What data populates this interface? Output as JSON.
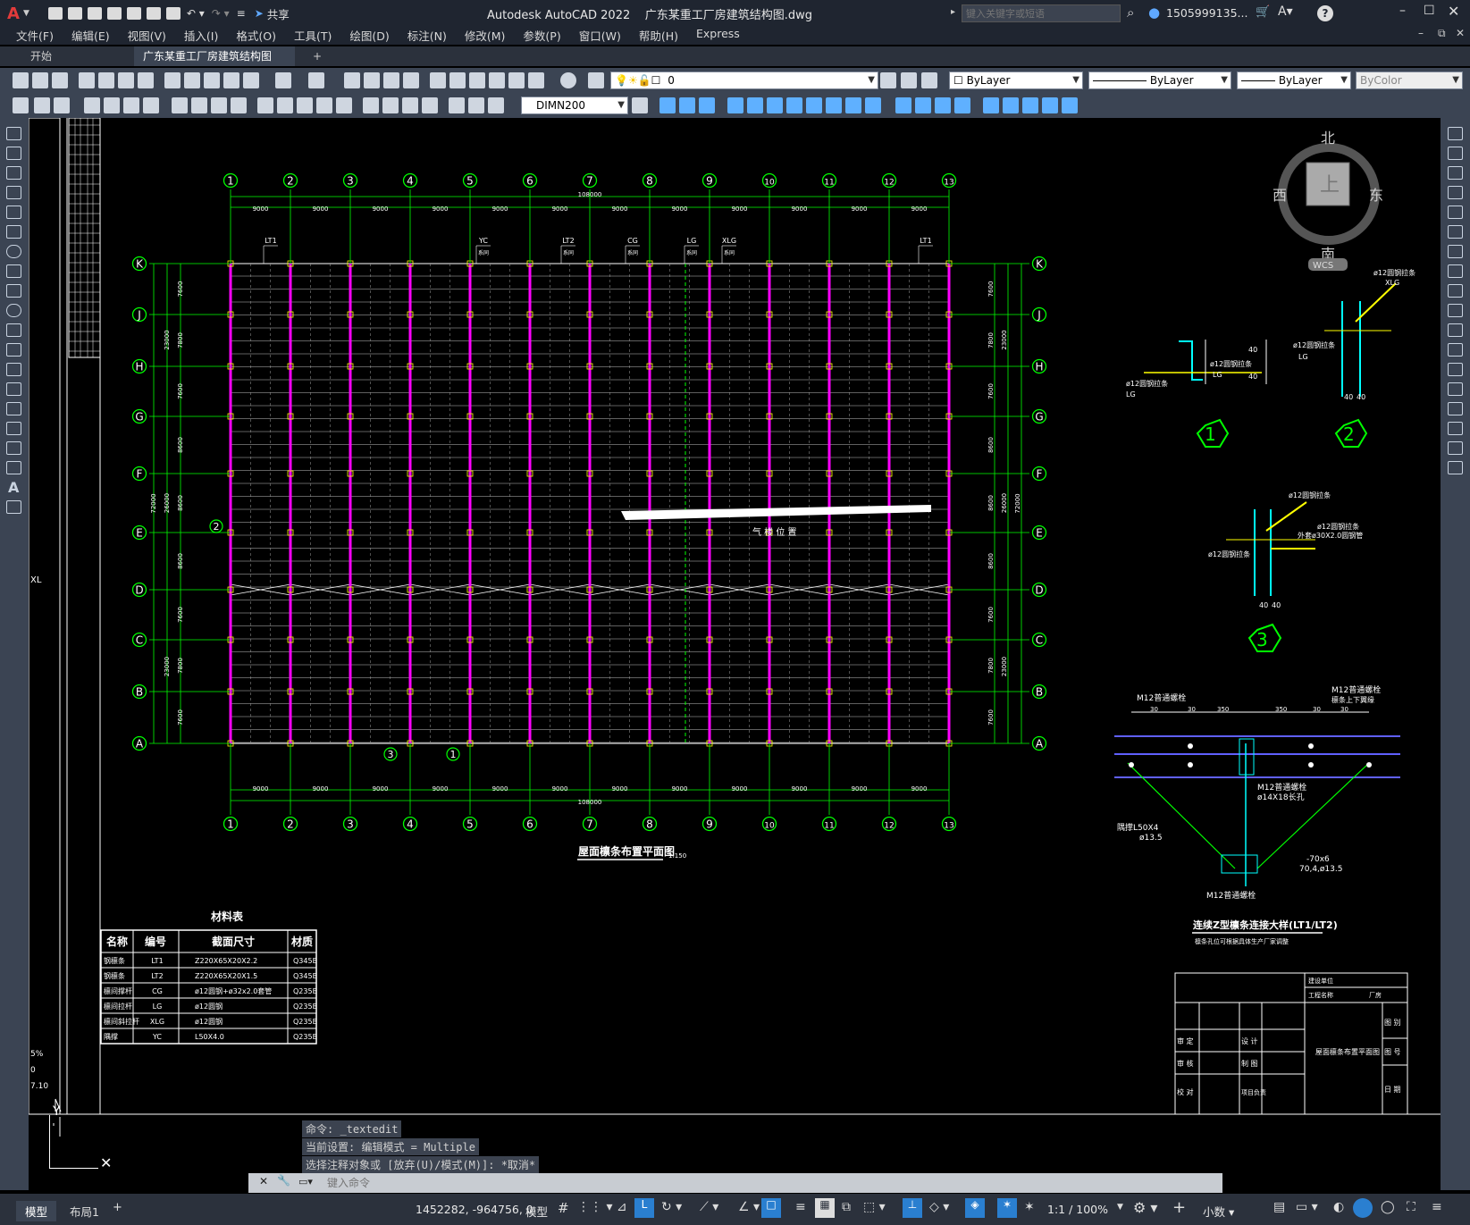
{
  "app": {
    "title": "Autodesk AutoCAD 2022",
    "file": "广东某重工厂房建筑结构图.dwg",
    "search_placeholder": "键入关键字或短语",
    "user": "1505999135...",
    "share": "共享",
    "logo": "A"
  },
  "menu": [
    "文件(F)",
    "编辑(E)",
    "视图(V)",
    "插入(I)",
    "格式(O)",
    "工具(T)",
    "绘图(D)",
    "标注(N)",
    "修改(M)",
    "参数(P)",
    "窗口(W)",
    "帮助(H)",
    "Express"
  ],
  "tabs": [
    {
      "label": "开始",
      "active": false
    },
    {
      "label": "广东某重工厂房建筑结构图*",
      "active": true
    }
  ],
  "toolbar": {
    "layer": "0",
    "color": "ByLayer",
    "linetype": "ByLayer",
    "lineweight": "ByLayer",
    "plotstyle": "ByColor",
    "dimstyle": "DIMN200"
  },
  "viewcube": {
    "north": "北",
    "south": "南",
    "east": "东",
    "west": "西",
    "face": "上",
    "wcs": "WCS"
  },
  "drawing": {
    "col_labels": [
      "1",
      "2",
      "3",
      "4",
      "5",
      "6",
      "7",
      "8",
      "9",
      "10",
      "11",
      "12",
      "13"
    ],
    "row_labels": [
      "K",
      "J",
      "H",
      "G",
      "F",
      "E",
      "D",
      "C",
      "B",
      "A"
    ],
    "bay_dim": "9000",
    "total_dim": "108000",
    "left_dims": [
      "7600",
      "7800",
      "7600",
      "8600",
      "8600",
      "8600",
      "7600",
      "7800",
      "7600"
    ],
    "group_dims": [
      "23000",
      "26000",
      "23000"
    ],
    "total_depth": "72000",
    "top_tags": [
      {
        "label": "LT1",
        "sub": ""
      },
      {
        "label": "YC",
        "sub": "系同"
      },
      {
        "label": "LT2",
        "sub": "系同"
      },
      {
        "label": "CG",
        "sub": "系同"
      },
      {
        "label": "LG",
        "sub": "系同"
      },
      {
        "label": "XLG",
        "sub": "系同"
      },
      {
        "label": "LT1",
        "sub": ""
      }
    ],
    "vent_label": "气 楼 位 置",
    "plan_title": "屋面檩条布置平面图",
    "plan_scale": "1:150",
    "callouts": [
      "1",
      "2",
      "3"
    ]
  },
  "details": {
    "d1": {
      "rod": "ø12圆钢拉条",
      "lg": "LG",
      "dim1": "40",
      "dim2": "40"
    },
    "d2": {
      "rod": "ø12圆钢拉条",
      "rod2": "ø12圆钢拉条",
      "xlg": "XLG",
      "lg": "LG",
      "dims": [
        "40",
        "40"
      ]
    },
    "d3": {
      "rod1": "ø12圆钢拉条",
      "rod2": "ø12圆钢拉条",
      "rod3": "ø12圆钢拉条",
      "pipe": "外套ø30X2.0圆钢管",
      "dims": [
        "40",
        "40"
      ]
    },
    "d4": {
      "bolt_left": "M12普通螺栓",
      "bolt_right": "M12普通螺栓",
      "bolt_right_sub": "檩条上下翼缘",
      "bolt_mid": "M12普通螺栓",
      "hole": "ø14X18长孔",
      "angle": "隅撑L50X4",
      "angle_hole": "ø13.5",
      "bolt_bottom": "M12普通螺栓",
      "plate": "-70x6",
      "plate2": "70,4,ø13.5",
      "dims": [
        "30",
        "30",
        "350",
        "350",
        "30",
        "30"
      ],
      "title": "连续Z型檩条连接大样(LT1/LT2)",
      "note": "檩条孔位可根据具体生产厂家调整"
    }
  },
  "material_table": {
    "title": "材料表",
    "headers": [
      "名称",
      "编号",
      "截面尺寸",
      "材质"
    ],
    "rows": [
      [
        "钢檩条",
        "LT1",
        "Z220X65X20X2.2",
        "Q345B"
      ],
      [
        "钢檩条",
        "LT2",
        "Z220X65X20X1.5",
        "Q345B"
      ],
      [
        "檩间撑杆",
        "CG",
        "ø12圆钢+ø32x2.0套管",
        "Q235B"
      ],
      [
        "檩间拉杆",
        "LG",
        "ø12圆钢",
        "Q235B"
      ],
      [
        "檩间斜拉杆",
        "XLG",
        "ø12圆钢",
        "Q235B"
      ],
      [
        "隅撑",
        "YC",
        "L50X4.0",
        "Q235B"
      ]
    ]
  },
  "title_block": {
    "unit": "建设单位",
    "project": "工程名称",
    "factory": "厂房",
    "drawing_name": "屋面檩条布置平面图",
    "rows": [
      [
        "审 定",
        "设 计"
      ],
      [
        "审 核",
        "制 图"
      ],
      [
        "校 对",
        "项目负责"
      ]
    ],
    "right": [
      "图 别",
      "图 号",
      "日 期"
    ]
  },
  "left_clip": {
    "label": "XL",
    "vals": [
      "5%",
      "0",
      "7.10"
    ]
  },
  "command": {
    "history": [
      "命令: _textedit",
      "当前设置: 编辑模式 = Multiple",
      "选择注释对象或 [放弃(U)/模式(M)]: *取消*"
    ],
    "placeholder": "键入命令"
  },
  "status": {
    "tabs": [
      "模型",
      "布局1"
    ],
    "coords": "1452282, -964756, 0",
    "mode": "模型",
    "scale": "1:1 / 100%",
    "units": "小数"
  },
  "colors": {
    "grid": "#00ff00",
    "purlin": "#ff00ff",
    "bg": "#000000",
    "chrome": "#3b4453"
  }
}
